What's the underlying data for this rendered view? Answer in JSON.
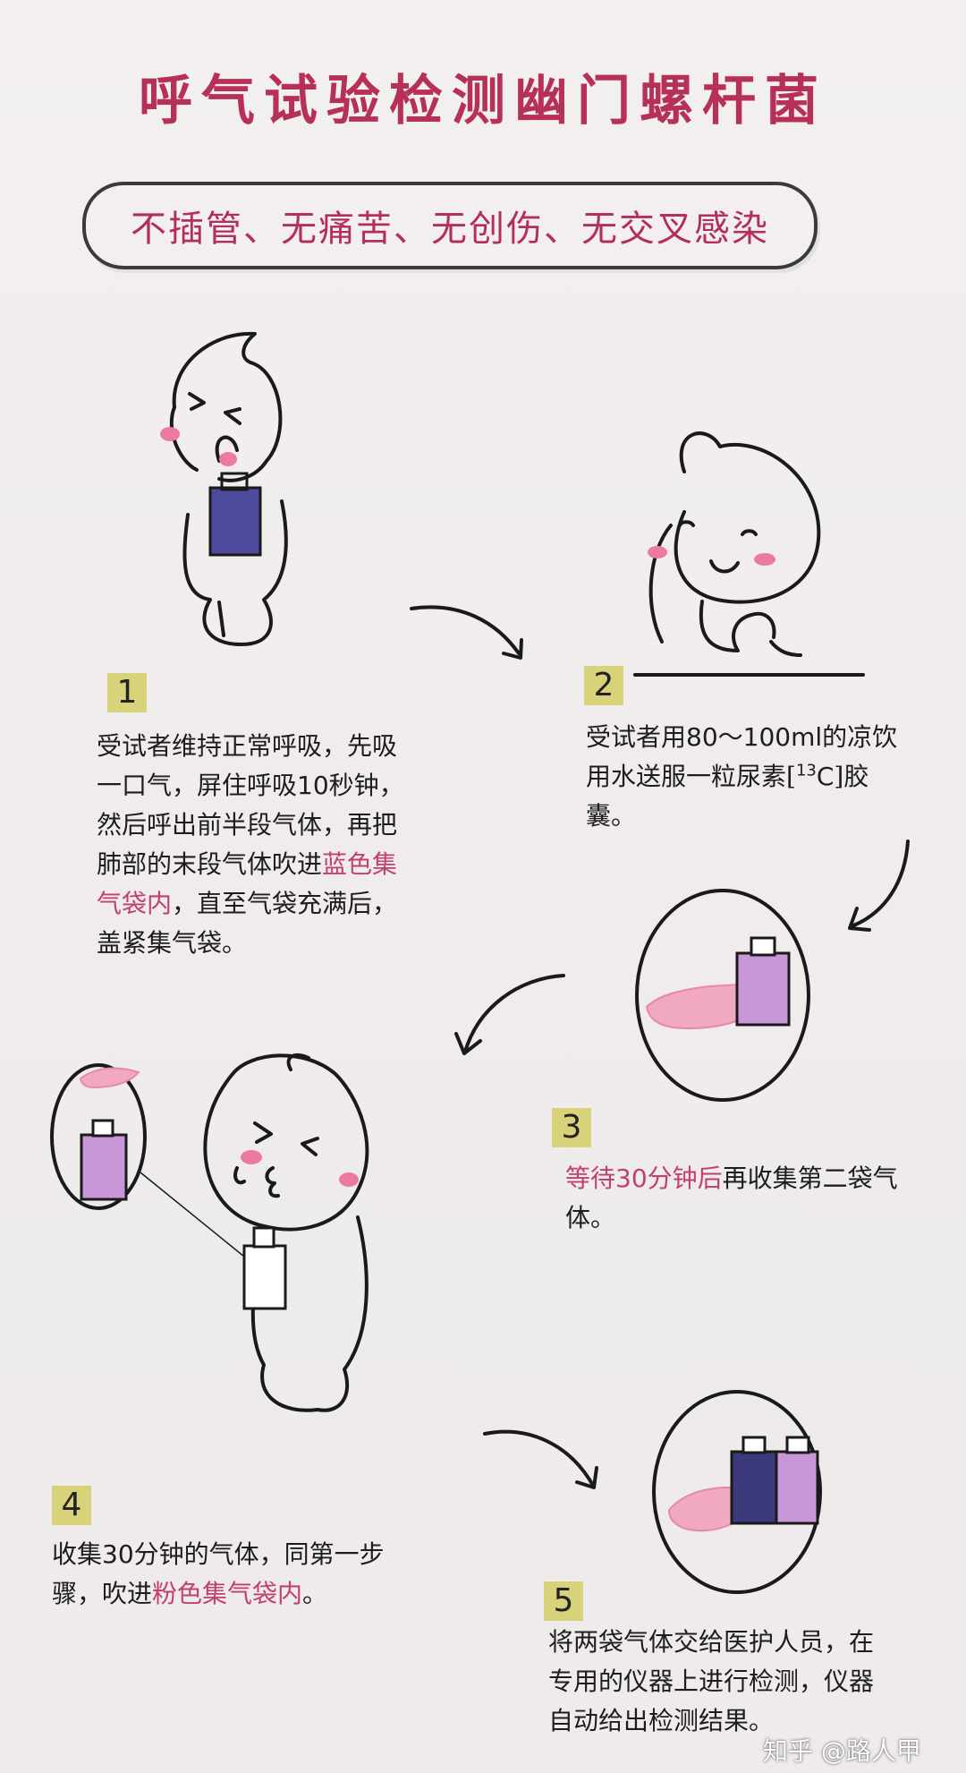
{
  "title": "呼气试验检测幽门螺杆菌",
  "subtitle": "不插管、无痛苦、无创伤、无交叉感染",
  "steps": [
    {
      "number": "1",
      "lines": [
        "受试者维持正常呼吸，先吸",
        "一口气，屏住呼吸10秒钟，",
        "然后呼出前半段气体，再把",
        "肺部的末段气体吹进"
      ],
      "highlight_1": "蓝色集",
      "highlight_2": "气袋内",
      "tail": "，直至气袋充满后，",
      "last": "盖紧集气袋。"
    },
    {
      "number": "2",
      "line1": "受试者用80～100ml的凉饮",
      "line2_a": "用水送服一粒尿素",
      "bracket_open": "[",
      "isotope": "13",
      "element": "C",
      "bracket_close": "]",
      "line2_b": "胶",
      "line3": "囊。"
    },
    {
      "number": "3",
      "highlight": "等待30分钟后",
      "rest": "再收集第二袋气",
      "line2": "体。"
    },
    {
      "number": "4",
      "line1": "收集30分钟的气体，同第一步",
      "line2_a": "骤，吹进",
      "highlight": "粉色集气袋内",
      "line2_b": "。"
    },
    {
      "number": "5",
      "lines": [
        "将两袋气体交给医护人员，在",
        "专用的仪器上进行检测，仪器",
        "自动给出检测结果。"
      ]
    }
  ],
  "watermark": "知乎 @路人甲",
  "colors": {
    "title": "#b6305a",
    "badge": "#d8d27a",
    "blue_bag": "#4e4b9e",
    "pink_bag": "#c996d8",
    "cheek": "#ec7aa0",
    "hand": "#f1a9c0"
  }
}
